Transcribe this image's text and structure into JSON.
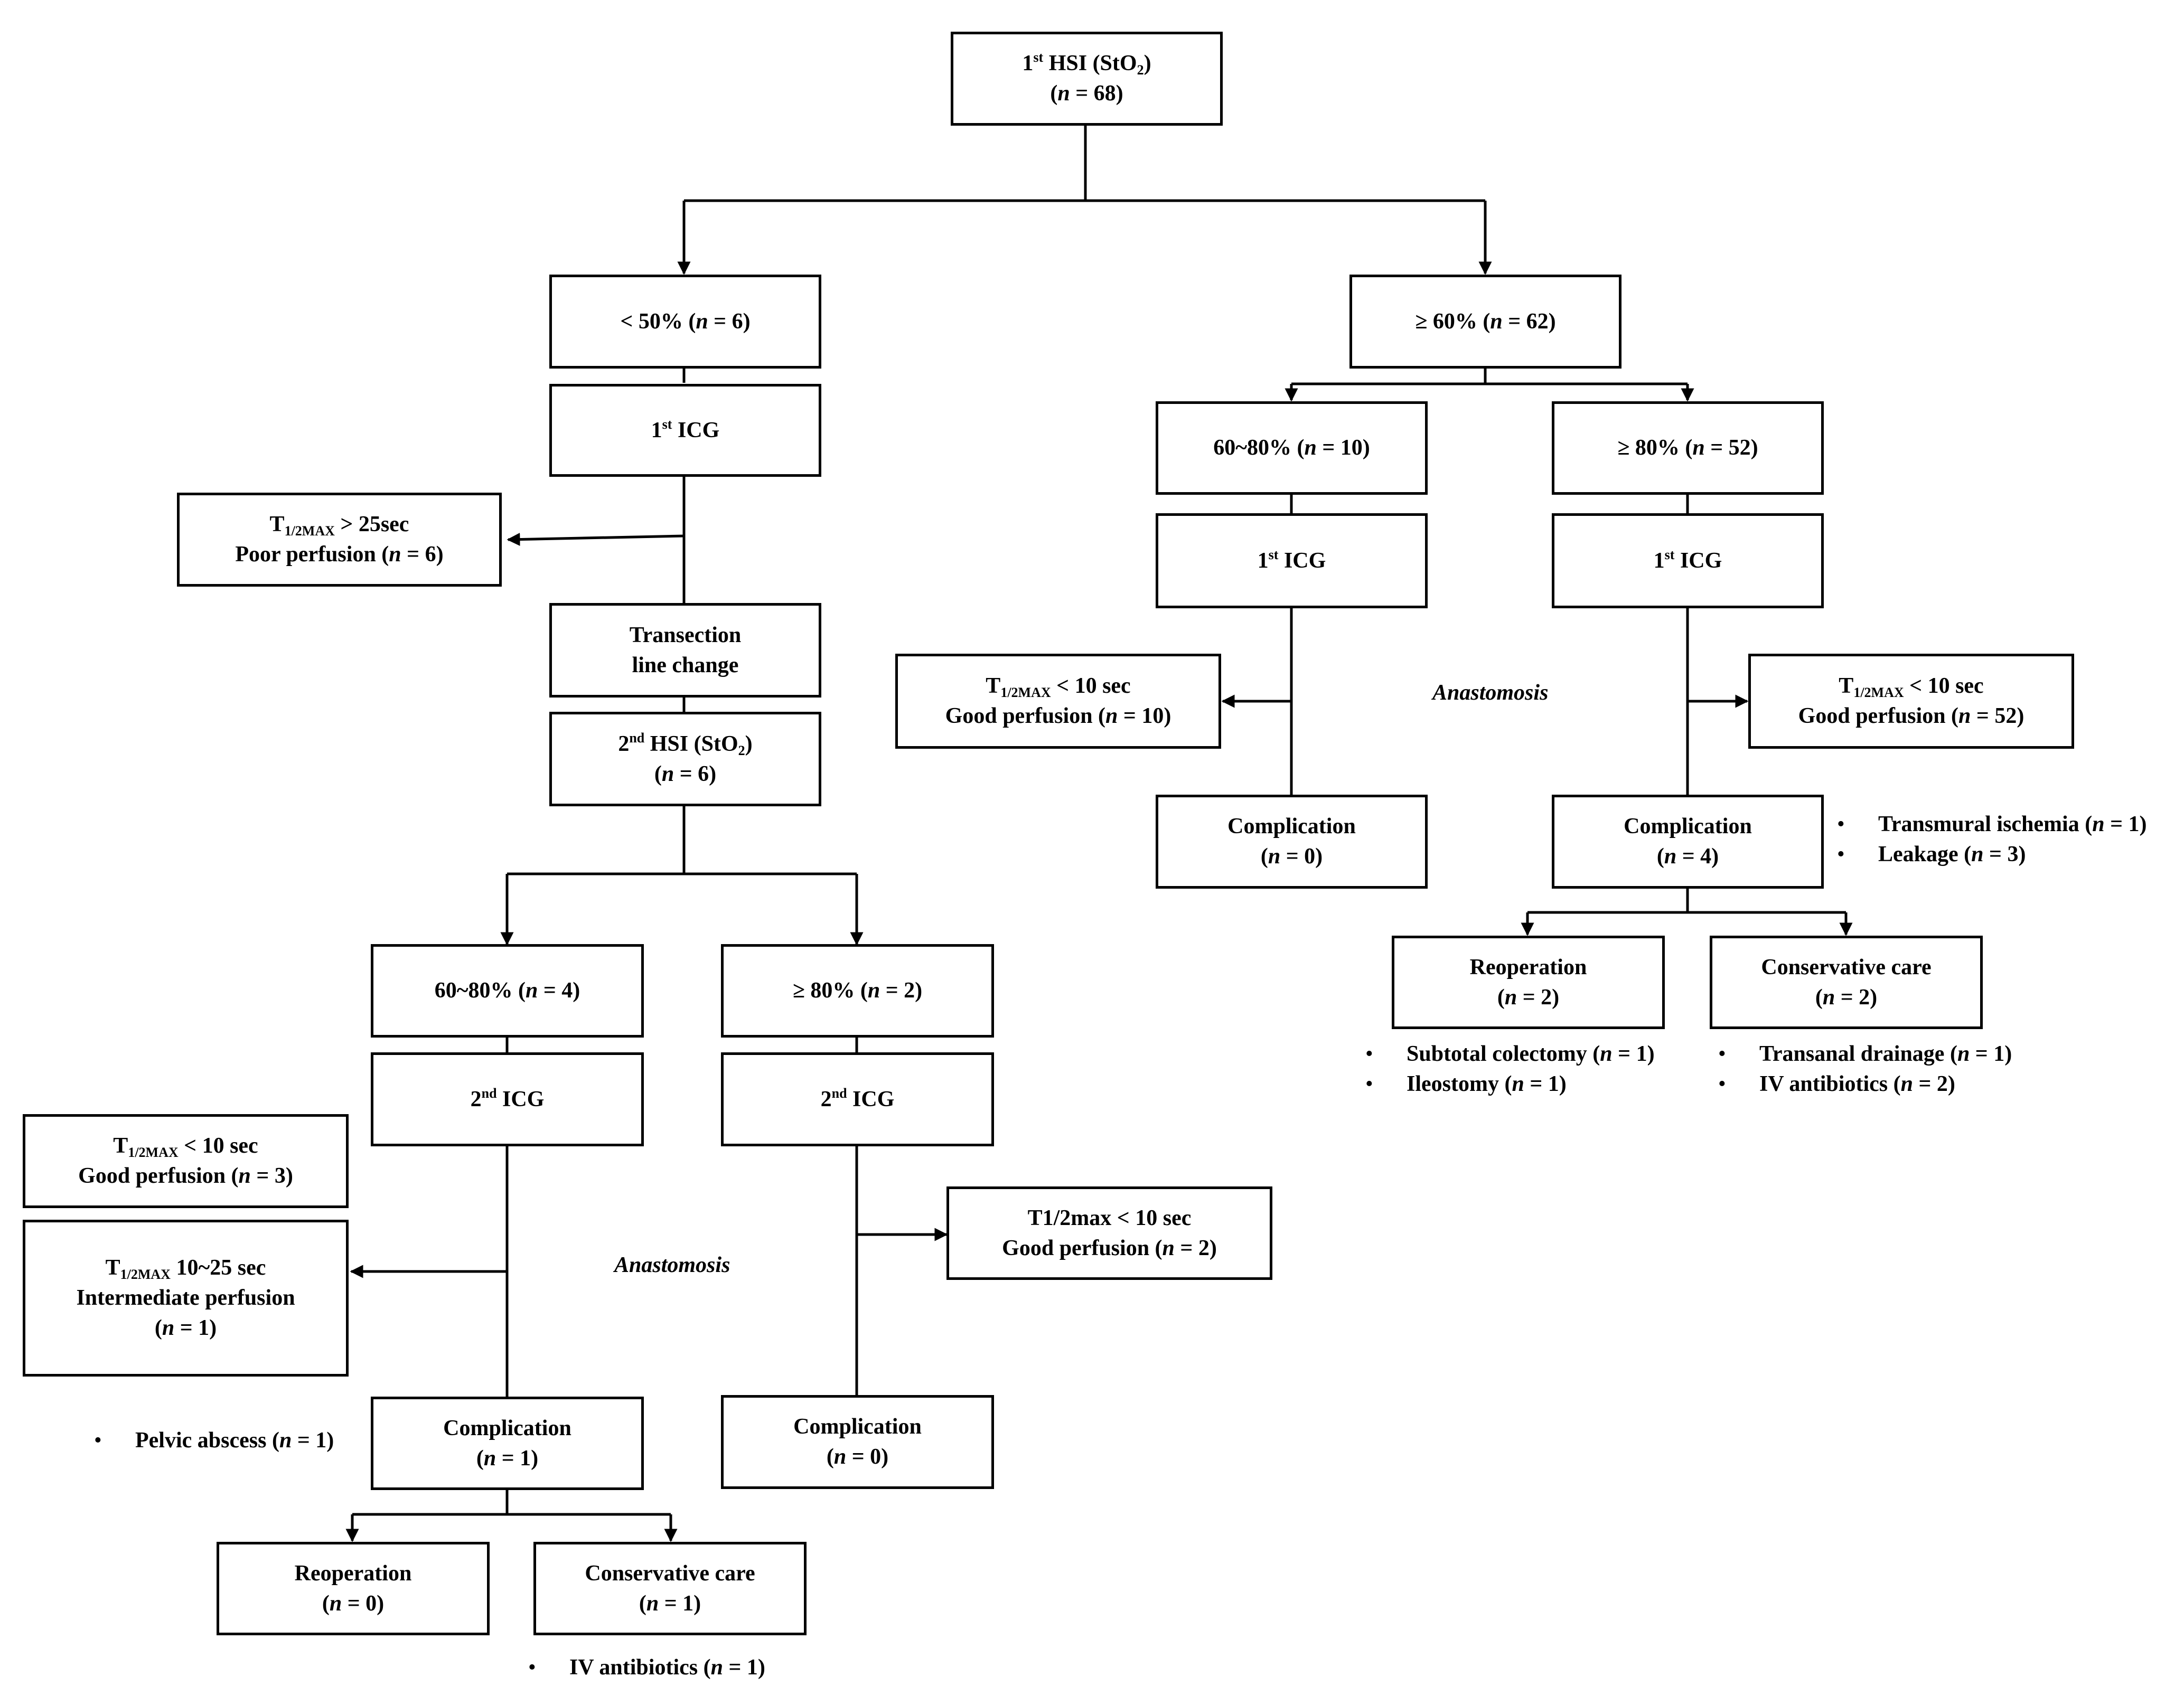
{
  "nodes": {
    "root": {
      "line1_pre": "1",
      "line1_sup": "st",
      "line1_post": " HSI (StO",
      "line1_sub": "2",
      "line1_end": ")",
      "n_pre": "(",
      "n_var": "n",
      "n_post": " = 68)"
    },
    "left_branch": {
      "pre": "< 50% (",
      "n_var": "n",
      "post": " = 6)"
    },
    "right_branch": {
      "pre": "≥ 60% (",
      "n_var": "n",
      "post": " = 62)"
    },
    "l_icg1": {
      "pre": "1",
      "sup": "st",
      "post": " ICG"
    },
    "l_poor": {
      "t_pre": "T",
      "t_sub": "1/2MAX",
      "t_post": " > 25sec",
      "line2_pre": "Poor perfusion (",
      "n_var": "n",
      "line2_post": " = 6)"
    },
    "l_transection": {
      "line1": "Transection",
      "line2": "line change"
    },
    "l_hsi2": {
      "line1_pre": "2",
      "line1_sup": "nd",
      "line1_post": " HSI (StO",
      "line1_sub": "2",
      "line1_end": ")",
      "n_pre": "(",
      "n_var": "n",
      "n_post": " = 6)"
    },
    "l_60_80": {
      "pre": "60~80% (",
      "n_var": "n",
      "post": " = 4)"
    },
    "l_80": {
      "pre": "≥ 80% (",
      "n_var": "n",
      "post": " = 2)"
    },
    "l_icg2a": {
      "pre": "2",
      "sup": "nd",
      "post": " ICG"
    },
    "l_icg2b": {
      "pre": "2",
      "sup": "nd",
      "post": " ICG"
    },
    "l_good3": {
      "t_pre": "T",
      "t_sub": "1/2MAX",
      "t_post": " < 10 sec",
      "line2_pre": "Good perfusion (",
      "n_var": "n",
      "line2_post": " = 3)"
    },
    "l_inter": {
      "t_pre": "T",
      "t_sub": "1/2MAX",
      "t_post": " 10~25 sec",
      "line2": "Intermediate  perfusion",
      "n_pre": "(",
      "n_var": "n",
      "n_post": " = 1)"
    },
    "l_good2": {
      "line1": "T1/2max < 10 sec",
      "line2_pre": "Good perfusion (",
      "n_var": "n",
      "line2_post": " = 2)"
    },
    "l_anastomosis": "Anastomosis",
    "l_comp1": {
      "label": "Complication",
      "n_pre": "(",
      "n_var": "n",
      "n_post": " = 1)"
    },
    "l_comp0": {
      "label": "Complication",
      "n_pre": "(",
      "n_var": "n",
      "n_post": " = 0)"
    },
    "l_pelvic": {
      "pre": "Pelvic abscess (",
      "n_var": "n",
      "post": " = 1)"
    },
    "l_reop": {
      "label": "Reoperation",
      "n_pre": "(",
      "n_var": "n",
      "n_post": " = 0)"
    },
    "l_cons": {
      "label": "Conservative care",
      "n_pre": "(",
      "n_var": "n",
      "n_post": " = 1)"
    },
    "l_iv": {
      "pre": "IV antibiotics (",
      "n_var": "n",
      "post": " = 1)"
    },
    "r_60_80": {
      "pre": "60~80% (",
      "n_var": "n",
      "post": " = 10)"
    },
    "r_80": {
      "pre": "≥ 80% (",
      "n_var": "n",
      "post": " = 52)"
    },
    "r_icga": {
      "pre": "1",
      "sup": "st",
      "post": " ICG"
    },
    "r_icgb": {
      "pre": "1",
      "sup": "st",
      "post": " ICG"
    },
    "r_good10": {
      "t_pre": "T",
      "t_sub": "1/2MAX",
      "t_post": " < 10 sec",
      "line2_pre": "Good perfusion (",
      "n_var": "n",
      "line2_post": " = 10)"
    },
    "r_good52": {
      "t_pre": "T",
      "t_sub": "1/2MAX",
      "t_post": " < 10 sec",
      "line2_pre": "Good perfusion (",
      "n_var": "n",
      "line2_post": " = 52)"
    },
    "r_anastomosis": "Anastomosis",
    "r_comp0": {
      "label": "Complication",
      "n_pre": "(",
      "n_var": "n",
      "n_post": " = 0)"
    },
    "r_comp4": {
      "label": "Complication",
      "n_pre": "(",
      "n_var": "n",
      "n_post": " = 4)"
    },
    "r_comp_list": [
      {
        "pre": "Transmural ischemia (",
        "n_var": "n",
        "post": " = 1)"
      },
      {
        "pre": "Leakage (",
        "n_var": "n",
        "post": " = 3)"
      }
    ],
    "r_reop": {
      "label": "Reoperation",
      "n_pre": "(",
      "n_var": "n",
      "n_post": " = 2)"
    },
    "r_cons": {
      "label": "Conservative care",
      "n_pre": "(",
      "n_var": "n",
      "n_post": " = 2)"
    },
    "r_reop_list": [
      {
        "pre": "Subtotal colectomy (",
        "n_var": "n",
        "post": " = 1)"
      },
      {
        "pre": "Ileostomy (",
        "n_var": "n",
        "post": " = 1)"
      }
    ],
    "r_cons_list": [
      {
        "pre": "Transanal drainage (",
        "n_var": "n",
        "post": " = 1)"
      },
      {
        "pre": "IV antibiotics (",
        "n_var": "n",
        "post": " = 2)"
      }
    ]
  },
  "colors": {
    "line": "#000000",
    "box_fill": "#ffffff",
    "text": "#000000"
  }
}
